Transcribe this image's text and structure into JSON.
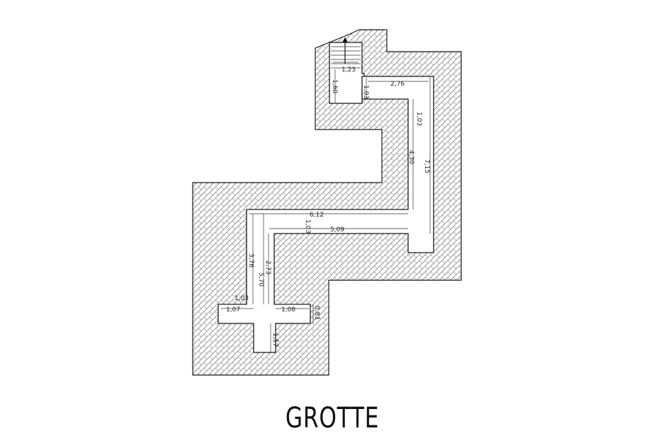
{
  "title": "GROTTE",
  "dimensions": {
    "d1_23": "1,23",
    "d1_60": "1,60",
    "d1_03_a": "1,03",
    "d2_76": "2,76",
    "d1_03_b": "1,03",
    "d4_30": "4,30",
    "d7_15": "7,15",
    "d6_12": "6,12",
    "d1_03_c": "1,03",
    "d5_09": "5,09",
    "d3_76": "3,76",
    "d2_73": "2,73",
    "d5_70": "5,70",
    "d1_03_d": "1,03",
    "d1_07": "1,07",
    "d1_08": "1,08",
    "d0_81": "0,81",
    "d1_57": "1,57"
  },
  "colors": {
    "line": "#1a1a1a",
    "hatch": "#8a8a8a",
    "background": "#ffffff"
  }
}
